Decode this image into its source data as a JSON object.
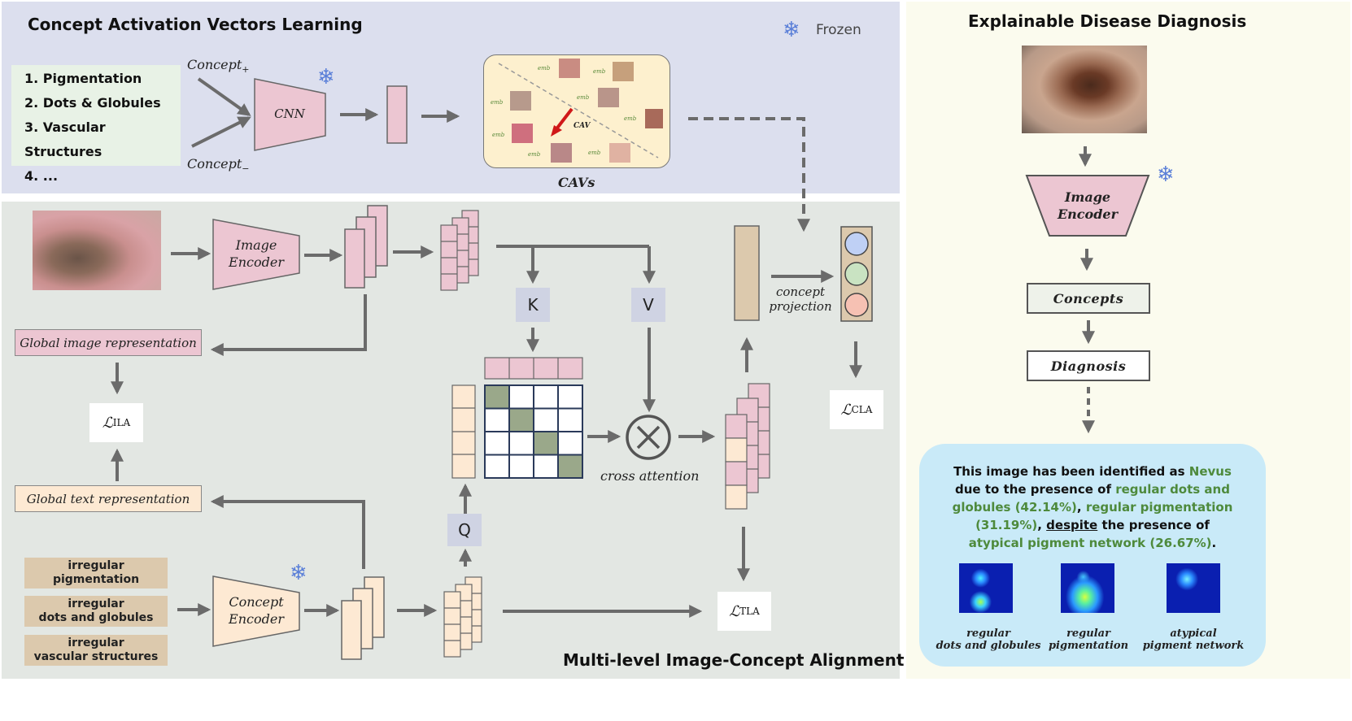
{
  "cav_section": {
    "title": "Concept Activation Vectors Learning",
    "frozen_label": "Frozen",
    "concepts": [
      "1. Pigmentation",
      "2. Dots & Globules",
      "3. Vascular Structures",
      "4. ..."
    ],
    "concept_pos": "Concept",
    "concept_pos_sub": "+",
    "concept_neg": "Concept",
    "concept_neg_sub": "−",
    "cnn_label": "CNN",
    "cav_arrow_label": "CAV",
    "emb_label": "emb",
    "cavs_caption": "CAVs"
  },
  "align_section": {
    "title": "Multi-level Image-Concept Alignment",
    "image_encoder_line1": "Image",
    "image_encoder_line2": "Encoder",
    "concept_encoder_line1": "Concept",
    "concept_encoder_line2": "Encoder",
    "global_image_rep": "Global image representation",
    "global_text_rep": "Global text representation",
    "loss_ila_main": "ℒ",
    "loss_ila_sub": "ILA",
    "loss_tla_main": "ℒ",
    "loss_tla_sub": "TLA",
    "loss_cla_main": "ℒ",
    "loss_cla_sub": "CLA",
    "k_label": "K",
    "v_label": "V",
    "q_label": "Q",
    "cross_attention": "cross attention",
    "concept_projection_line1": "concept",
    "concept_projection_line2": "projection",
    "terms": [
      {
        "line1": "irregular",
        "line2": "pigmentation"
      },
      {
        "line1": "irregular",
        "line2": "dots and globules"
      },
      {
        "line1": "irregular",
        "line2": "vascular structures"
      }
    ]
  },
  "diagnosis_section": {
    "title": "Explainable Disease Diagnosis",
    "image_encoder_line1": "Image",
    "image_encoder_line2": "Encoder",
    "concepts_box": "Concepts",
    "diagnosis_box": "Diagnosis",
    "explanation": {
      "p1": "This image has been identified as ",
      "diag": "Nevus",
      "p2": "due to the presence of ",
      "c1": "regular dots and globules (42.14%)",
      "p3": ", ",
      "c2": "regular pigmentation (31.19%)",
      "p4": ", ",
      "despite": "despite",
      "p5": " the presence of ",
      "c3": "atypical pigment network (26.67%)",
      "p6": "."
    },
    "heatmaps": [
      {
        "line1": "regular",
        "line2": "dots and globules"
      },
      {
        "line1": "regular",
        "line2": "pigmentation"
      },
      {
        "line1": "atypical",
        "line2": "pigment network"
      }
    ]
  },
  "colors": {
    "cav_bg": "#dcdfee",
    "align_bg": "#e3e7e3",
    "diag_bg": "#fbfbee",
    "pink": "#ecc6d2",
    "peach": "#fde9d3",
    "tan": "#dcc9ad",
    "grid_dark": "#9aa88a",
    "arrow": "#6b6b6b",
    "green_text": "#4e8a3c",
    "bubble": "#c9eaf8"
  }
}
